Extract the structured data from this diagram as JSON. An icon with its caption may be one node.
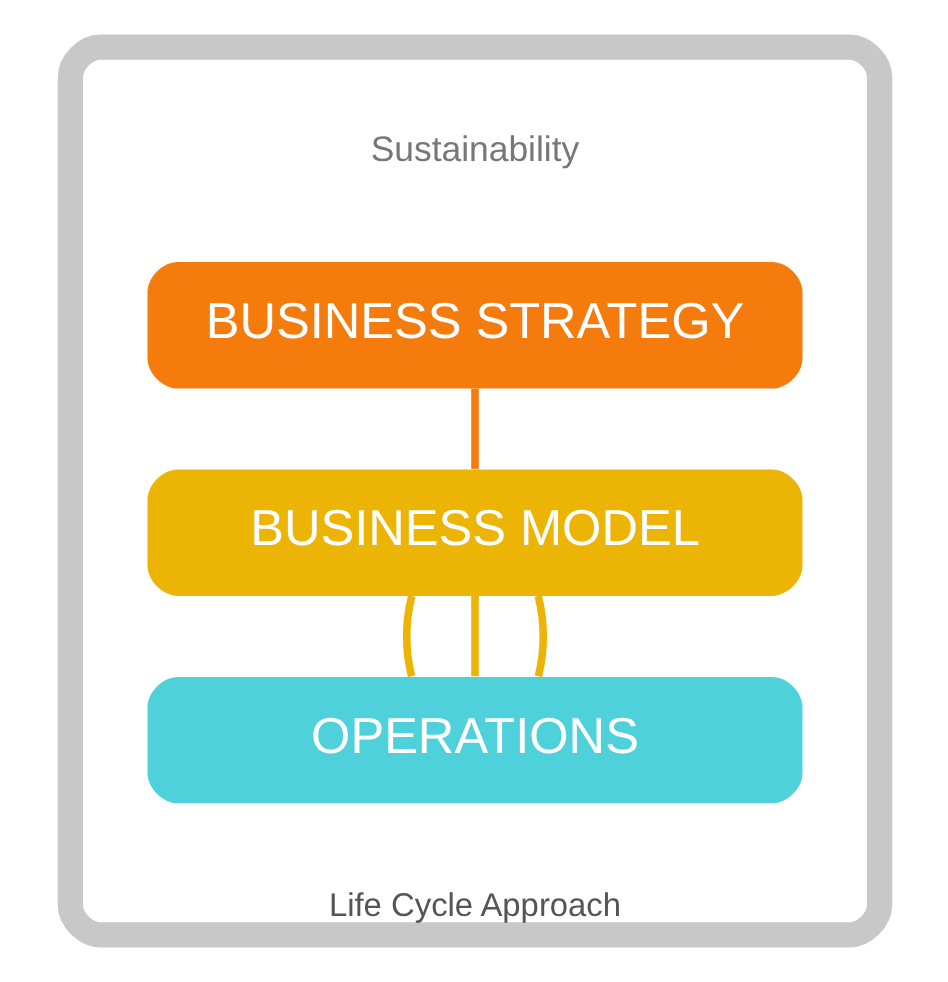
{
  "diagram": {
    "nodes": [
      {
        "text": [
          "Life Cycle Approach"
        ]
      },
      {
        "text": [
          "BUSINESS STRATEGY"
        ],
        "in": 0
      },
      {
        "text": [
          "BUSINESS MODEL"
        ],
        "in": 0
      },
      {
        "text": [
          "OPERATIONS"
        ],
        "in": 0
      }
    ],
    "edges": [
      {
        "from": 1,
        "to": 2,
        "arrow": "none",
        "color": "#f47b0c"
      },
      {
        "from": 2,
        "to": 3,
        "arrow": "none"
      },
      {
        "from": 2,
        "to": 3,
        "arrow": "none"
      },
      {
        "from": 2,
        "to": 3,
        "arrow": "none"
      }
    ],
    "labels": [
      "Sustainability"
    ]
  }
}
